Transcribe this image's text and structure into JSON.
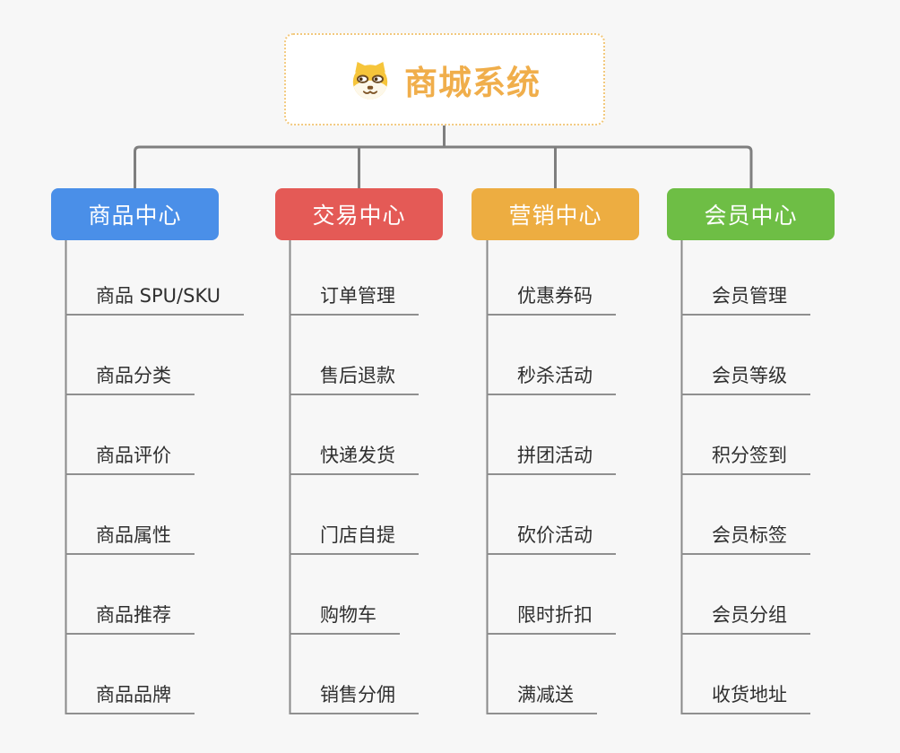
{
  "canvas": {
    "background": "#F7F7F7"
  },
  "root": {
    "title": "商城系统",
    "icon": "shiba-dog-icon",
    "title_color": "#F0AE4B",
    "border_color": "#F2C97E"
  },
  "colors": {
    "connector": "#7F7F7F",
    "trunk": "#8A8A8A",
    "underline": "#8F8F8F",
    "child_text": "#2F2F2F"
  },
  "branches": [
    {
      "label": "商品中心",
      "color": "#4A8FE8",
      "children": [
        "商品 SPU/SKU",
        "商品分类",
        "商品评价",
        "商品属性",
        "商品推荐",
        "商品品牌"
      ]
    },
    {
      "label": "交易中心",
      "color": "#E45A56",
      "children": [
        "订单管理",
        "售后退款",
        "快递发货",
        "门店自提",
        "购物车",
        "销售分佣"
      ]
    },
    {
      "label": "营销中心",
      "color": "#EDAD41",
      "children": [
        "优惠券码",
        "秒杀活动",
        "拼团活动",
        "砍价活动",
        "限时折扣",
        "满减送"
      ]
    },
    {
      "label": "会员中心",
      "color": "#6EBE45",
      "children": [
        "会员管理",
        "会员等级",
        "积分签到",
        "会员标签",
        "会员分组",
        "收货地址"
      ]
    }
  ]
}
